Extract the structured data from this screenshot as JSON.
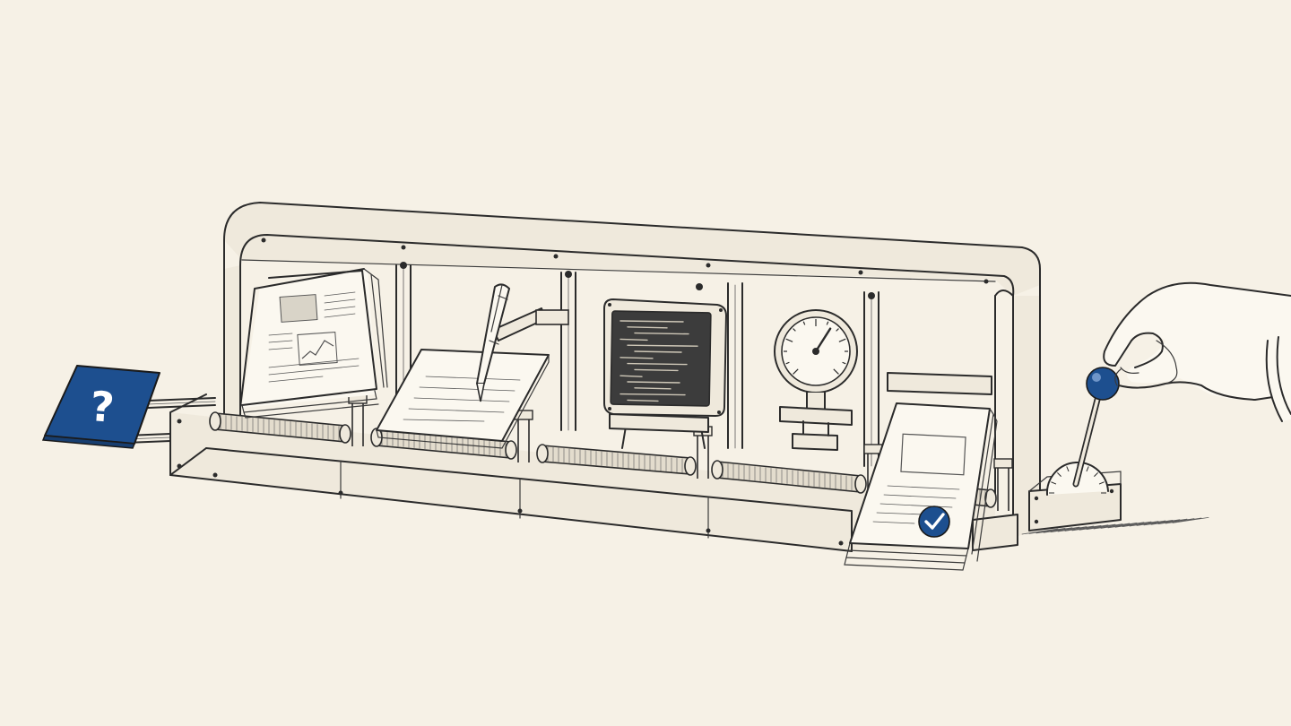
{
  "canvas": {
    "background": "#f6f1e6"
  },
  "colors": {
    "ink": "#2b2b2b",
    "accent_blue": "#1d4f8f",
    "paper": "#fbf8f0",
    "metal": "#efe9dc",
    "screen": "#3c3c3c"
  },
  "input_card": {
    "symbol": "?",
    "icon": "question-mark-icon"
  },
  "output_stack": {
    "badge_icon": "checkmark-icon"
  },
  "stations": [
    {
      "id": "documents",
      "icon": "document-stack-icon"
    },
    {
      "id": "writing",
      "icon": "pen-icon"
    },
    {
      "id": "code",
      "icon": "code-screen-icon"
    },
    {
      "id": "measure",
      "icon": "pressure-gauge-icon"
    },
    {
      "id": "output",
      "icon": "document-checkmark-icon"
    }
  ],
  "lever": {
    "knob_icon": "lever-knob-icon",
    "hand_icon": "hand-icon"
  },
  "gauge": {
    "needle_fraction": 0.62
  },
  "lever_dial": {
    "needle_fraction": 0.7
  }
}
